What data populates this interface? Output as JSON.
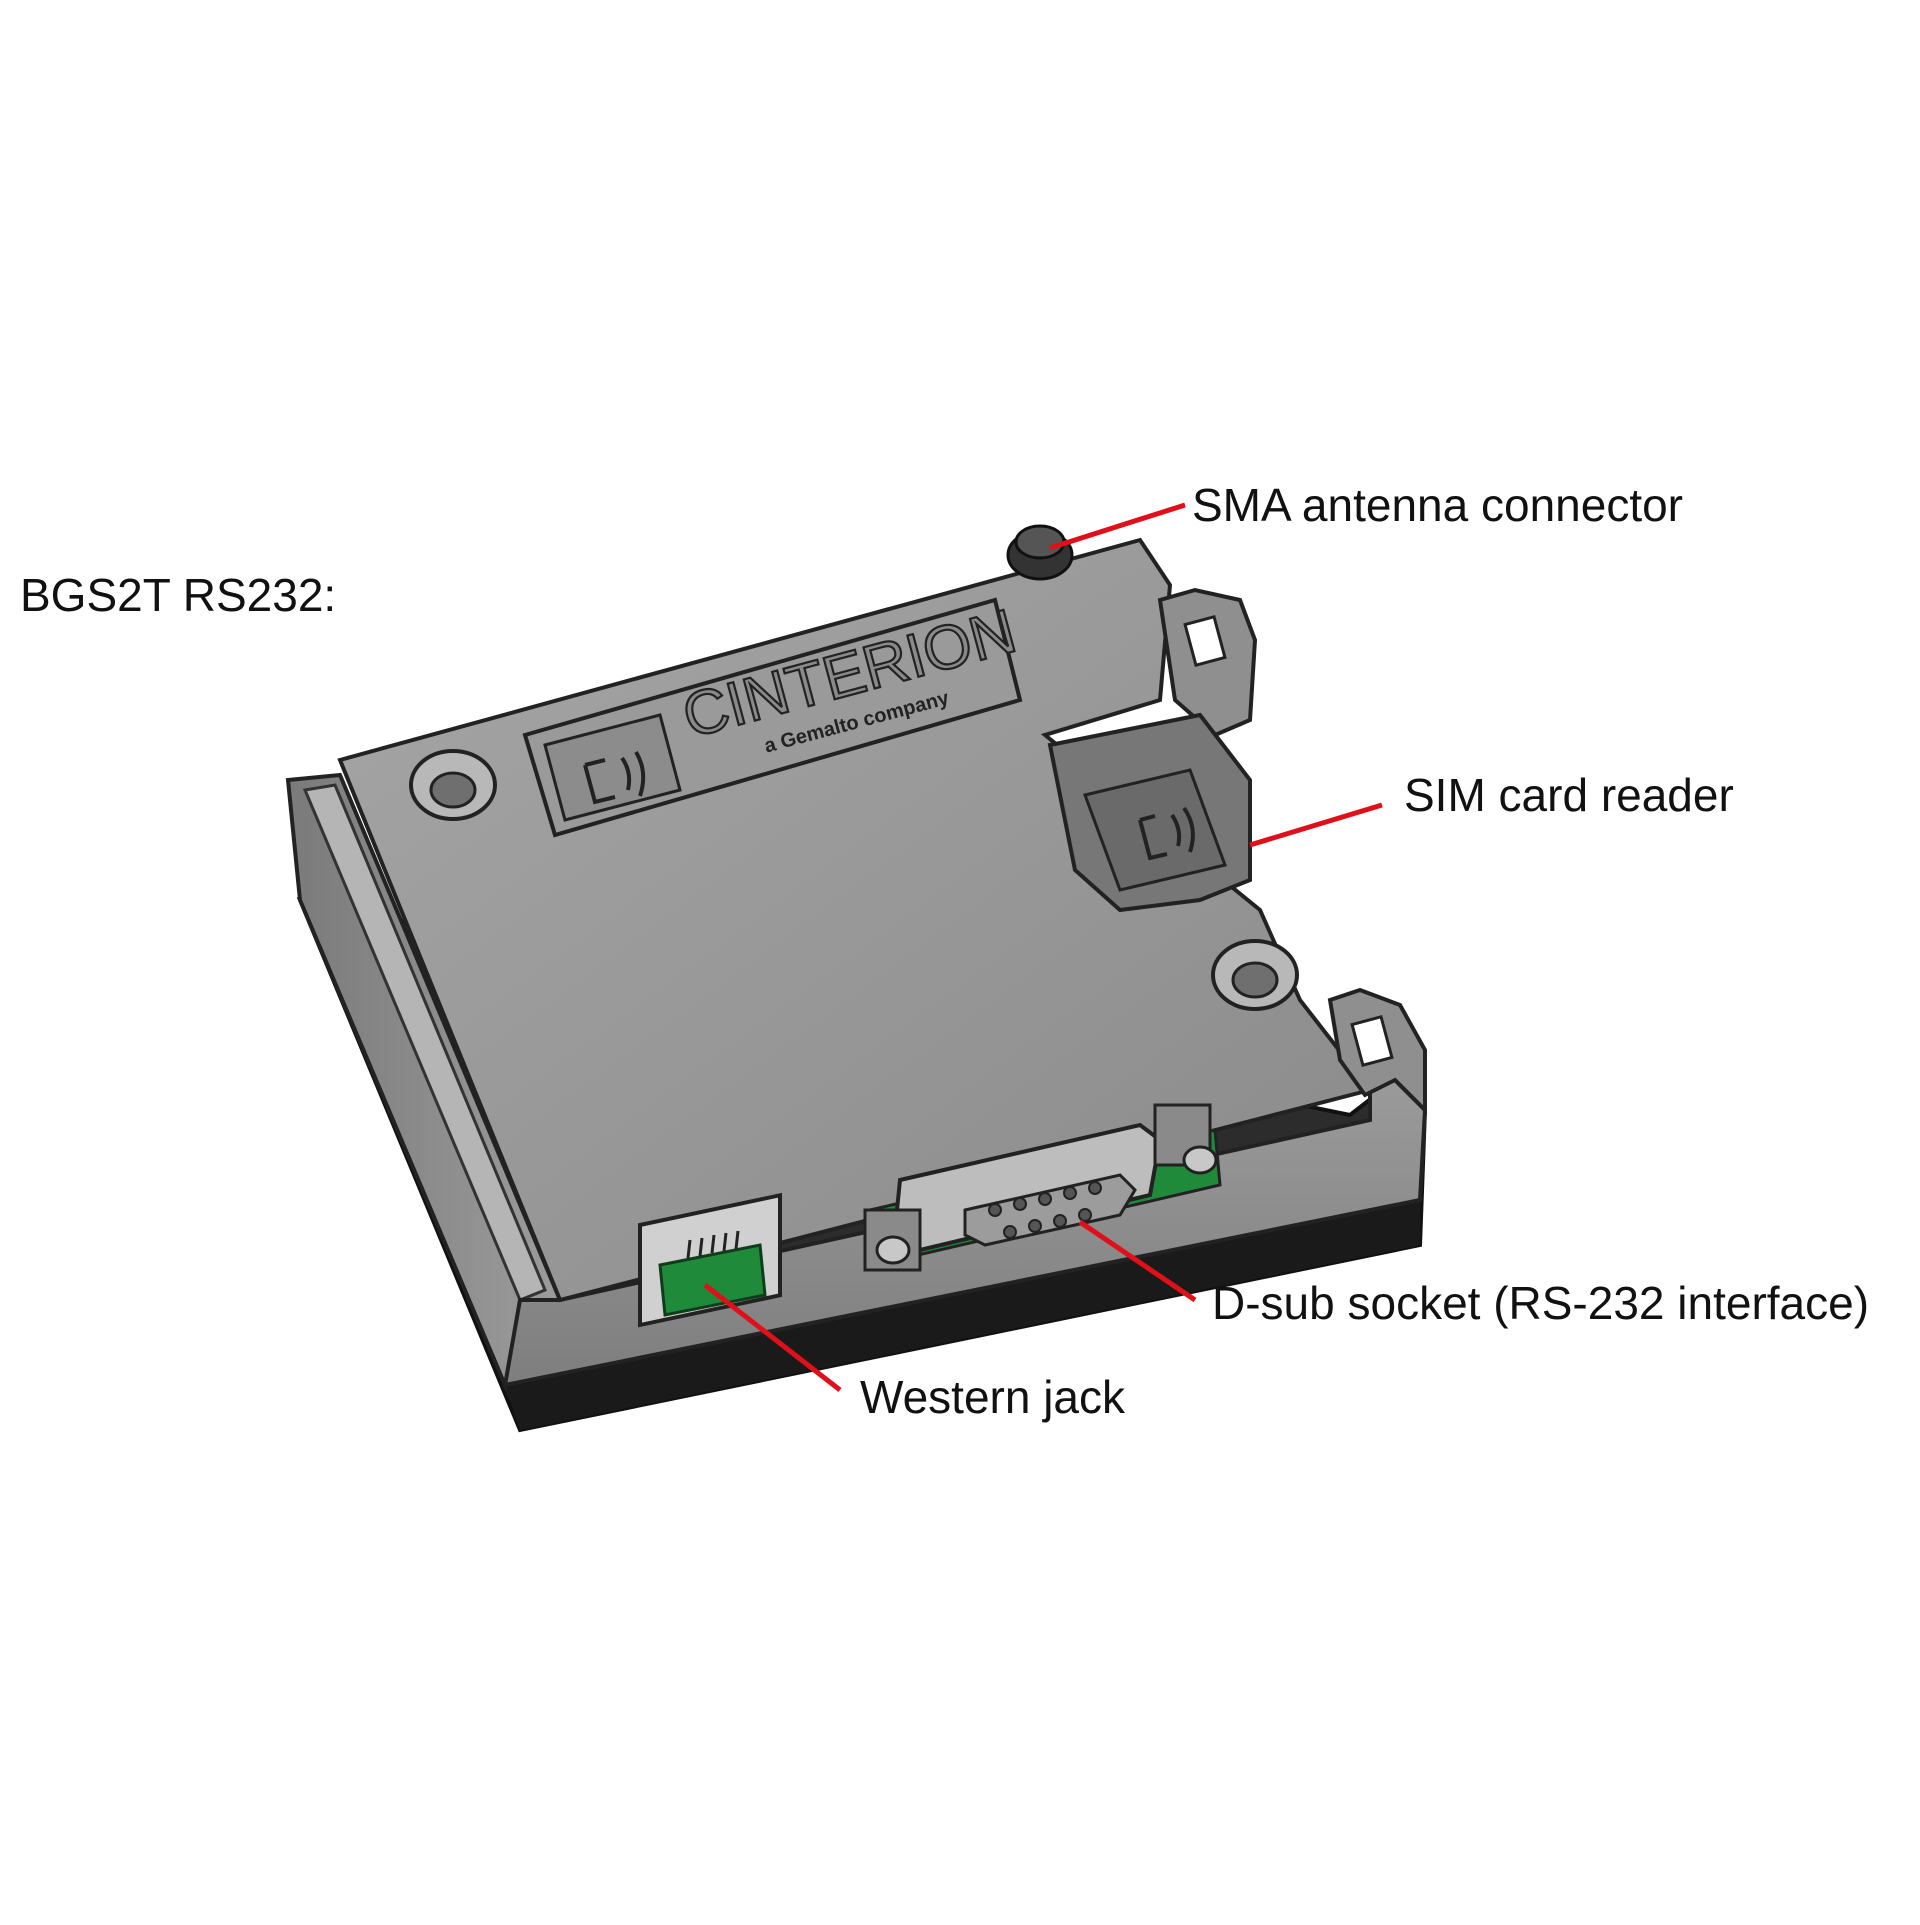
{
  "title": "BGS2T RS232:",
  "brand": {
    "name": "CINTERION",
    "tagline": "a Gemalto company"
  },
  "callouts": {
    "sma": "SMA antenna connector",
    "sim": "SIM card reader",
    "dsub": "D-sub socket (RS-232 interface)",
    "western": "Western jack"
  },
  "colors": {
    "leader": "#e0101a",
    "housing": "#8c8c8c",
    "housing_dark": "#3a3a3a",
    "pcb": "#1f8a3a",
    "text": "#111111"
  },
  "icons": [
    "device-logo-icon",
    "sim-logo-icon"
  ]
}
